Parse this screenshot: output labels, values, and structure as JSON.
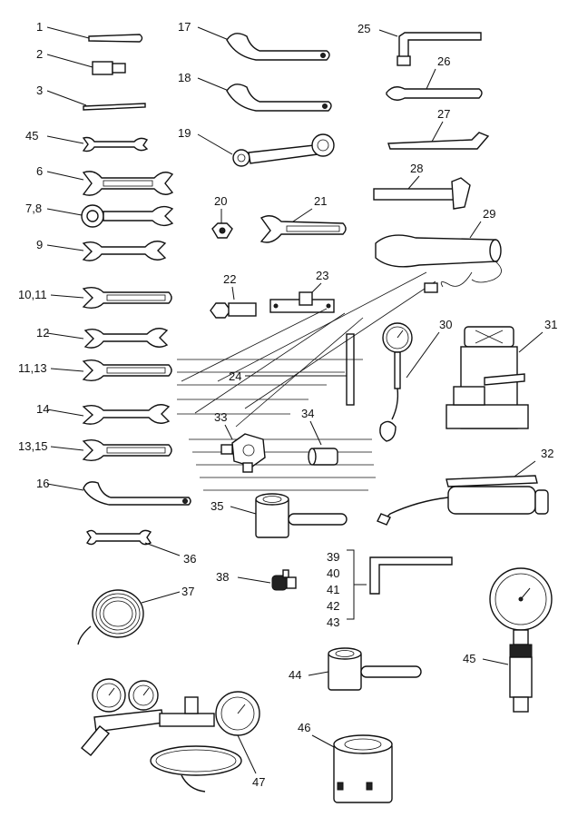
{
  "title": "",
  "labels": {
    "l1": "1",
    "l2": "2",
    "l3": "3",
    "l45": "45",
    "l6": "6",
    "l78": "7,8",
    "l9": "9",
    "l1011": "10,11",
    "l12": "12",
    "l1113": "11,13",
    "l14": "14",
    "l1315": "13,15",
    "l16": "16",
    "l17": "17",
    "l18": "18",
    "l19": "19",
    "l20": "20",
    "l21": "21",
    "l22": "22",
    "l23": "23",
    "l24": "24",
    "l25": "25",
    "l26": "26",
    "l27": "27",
    "l28": "28",
    "l29": "29",
    "l30": "30",
    "l31": "31",
    "l32": "32",
    "l33": "33",
    "l34": "34",
    "l35": "35",
    "l36": "36",
    "l37": "37",
    "l38": "38",
    "l39": "39",
    "l40": "40",
    "l41": "41",
    "l42": "42",
    "l43": "43",
    "l44": "44",
    "l46": "46",
    "l47": "47"
  }
}
